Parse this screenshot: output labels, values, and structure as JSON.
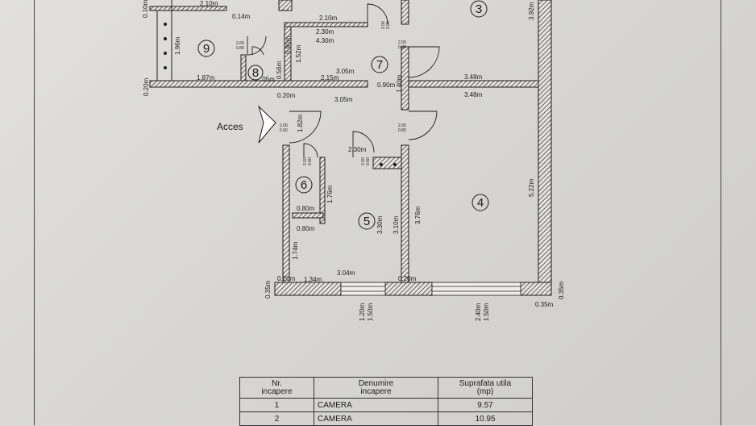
{
  "rooms": [
    "1",
    "2",
    "3",
    "4",
    "5",
    "6",
    "7",
    "8",
    "9"
  ],
  "entrance_label": "Acces",
  "dimensions": {
    "d_010": "0.10m",
    "d_210a": "2.10m",
    "d_014": "0.14m",
    "d_210b": "2.10m",
    "d_230a": "2.30m",
    "d_430": "4.30m",
    "d_392": "3.92m",
    "d_196": "1.96m",
    "d_090": "0.90m",
    "d_152": "1.52m",
    "d_305a": "3.05m",
    "d_056": "0.56m",
    "d_020a": "0.20m",
    "d_187": "1.87m",
    "d_05": ".05m",
    "d_215": "2.15m",
    "d_090b": "0.90m",
    "d_348a": "3.48m",
    "d_348b": "3.48m",
    "d_305b": "3.05m",
    "d_020b": "0.20m",
    "d_182": "1.82m",
    "d_140": "1.40m",
    "d_230b": "2.30m",
    "d_176": "1.76m",
    "d_080a": "0.80m",
    "d_080b": "0.80m",
    "d_330": "3.30m",
    "d_310": "3.10m",
    "d_376": "3.76m",
    "d_522": "5.22m",
    "d_174": "1.74m",
    "d_304": "3.04m",
    "d_020c": "0.20m",
    "d_134": "1.34m",
    "d_020d": "0.20m",
    "d_035a": "0.35m",
    "d_035b": "0.35m",
    "d_035c": "0.35m",
    "d_120": "1.20m",
    "d_150a": "1.50m",
    "d_240": "2.40m",
    "d_150b": "1.50m"
  },
  "doors": {
    "a": "2.00",
    "b": "0.80",
    "c": "2.00",
    "d": "0.90",
    "e": "2.00",
    "f": "0.80",
    "g": "2.00",
    "h": "0.90",
    "i": "2.00",
    "j": "0.80",
    "k": "2.00",
    "l": "0.80",
    "m": "2.00",
    "n": "0.80"
  },
  "table": {
    "headers": [
      "Nr.\nincapere",
      "Denumire\nincapere",
      "Suprafata utila\n(mp)"
    ],
    "rows": [
      {
        "nr": "1",
        "name": "CAMERA",
        "area": "9.57"
      },
      {
        "nr": "2",
        "name": "CAMERA",
        "area": "10.95"
      }
    ]
  }
}
